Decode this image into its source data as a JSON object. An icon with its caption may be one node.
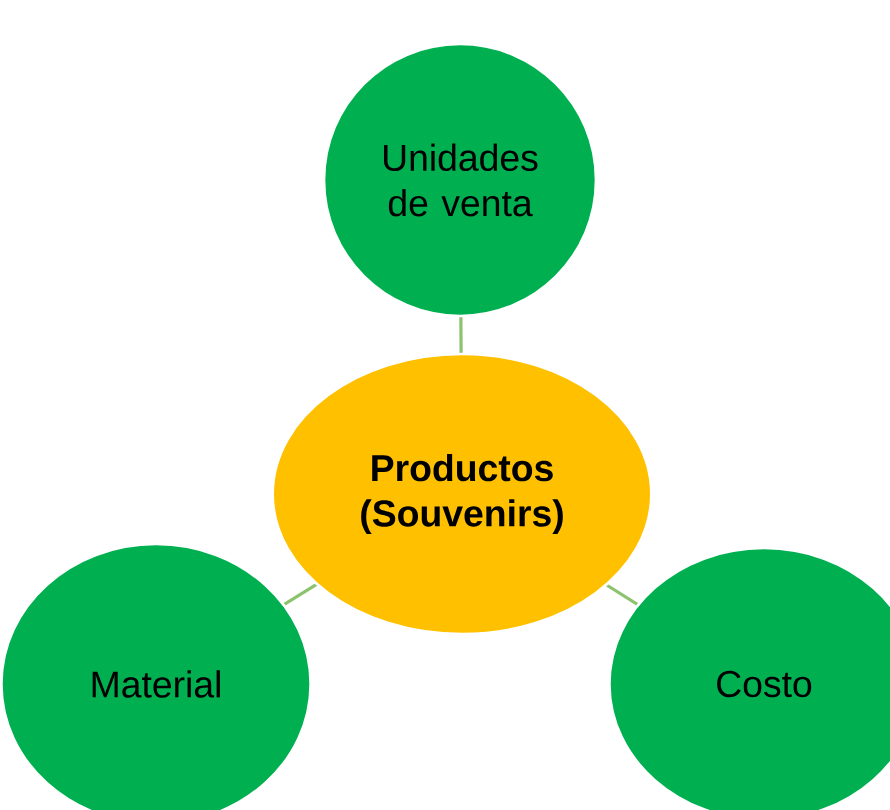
{
  "diagram": {
    "nodes": [
      {
        "text": [
          "Unidades de venta"
        ]
      },
      {
        "text": [
          "Productos (Souvenirs)"
        ]
      },
      {
        "text": [
          "Material"
        ]
      },
      {
        "text": [
          "Costo"
        ]
      }
    ],
    "edges": [
      {
        "from": 1,
        "to": 0,
        "arrow": "none"
      },
      {
        "from": 1,
        "to": 2,
        "arrow": "none"
      },
      {
        "from": 1,
        "to": 3,
        "arrow": "none"
      }
    ]
  }
}
